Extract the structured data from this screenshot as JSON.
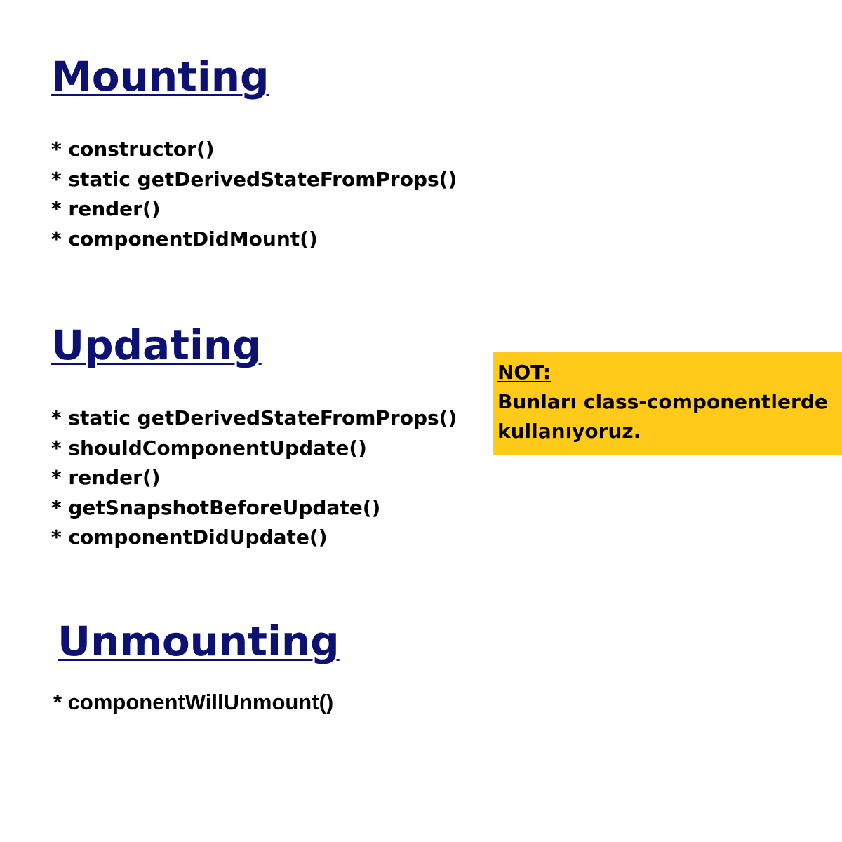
{
  "mounting": {
    "title": "Mounting",
    "items": [
      "* constructor()",
      "* static getDerivedStateFromProps()",
      "* render()",
      "* componentDidMount()"
    ]
  },
  "updating": {
    "title": "Updating",
    "items": [
      "* static getDerivedStateFromProps()",
      "* shouldComponentUpdate()",
      "* render()",
      "* getSnapshotBeforeUpdate()",
      "* componentDidUpdate()"
    ]
  },
  "unmounting": {
    "title": "Unmounting",
    "items": [
      "*  componentWillUnmount()"
    ]
  },
  "note": {
    "heading": "NOT:",
    "text": "Bunları class-componentlerde kullanıyoruz.",
    "background": "#ffca1a"
  },
  "colors": {
    "heading": "#0d1272",
    "text": "#000000"
  }
}
